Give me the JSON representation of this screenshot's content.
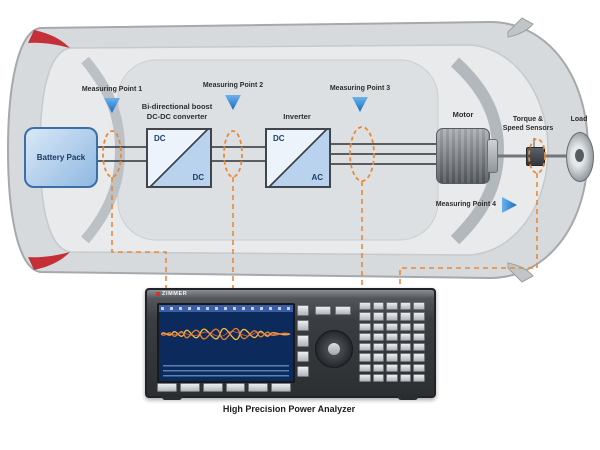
{
  "diagram": {
    "labels": {
      "mp1": "Measuring Point 1",
      "mp2": "Measuring Point 2",
      "mp3": "Measuring Point 3",
      "mp4": "Measuring Point 4",
      "battery": "Battery Pack",
      "dcdc_line1": "Bi-directional boost",
      "dcdc_line2": "DC-DC converter",
      "dcdc_in": "DC",
      "dcdc_out": "DC",
      "inverter_title": "Inverter",
      "inverter_in": "DC",
      "inverter_out": "AC",
      "motor": "Motor",
      "sensors_line1": "Torque &",
      "sensors_line2": "Speed Sensors",
      "load": "Load"
    },
    "analyzer": {
      "brand": "ZIMMER",
      "caption": "High Precision Power Analyzer"
    },
    "colors": {
      "accent_orange": "#e8893a",
      "marker_blue": "#1a6cc0",
      "battery_fill": "#8fb8e0",
      "screen_blue": "#0c2a5c",
      "waveform_yellow": "#f5c33b",
      "waveform_orange": "#e8822a"
    }
  }
}
